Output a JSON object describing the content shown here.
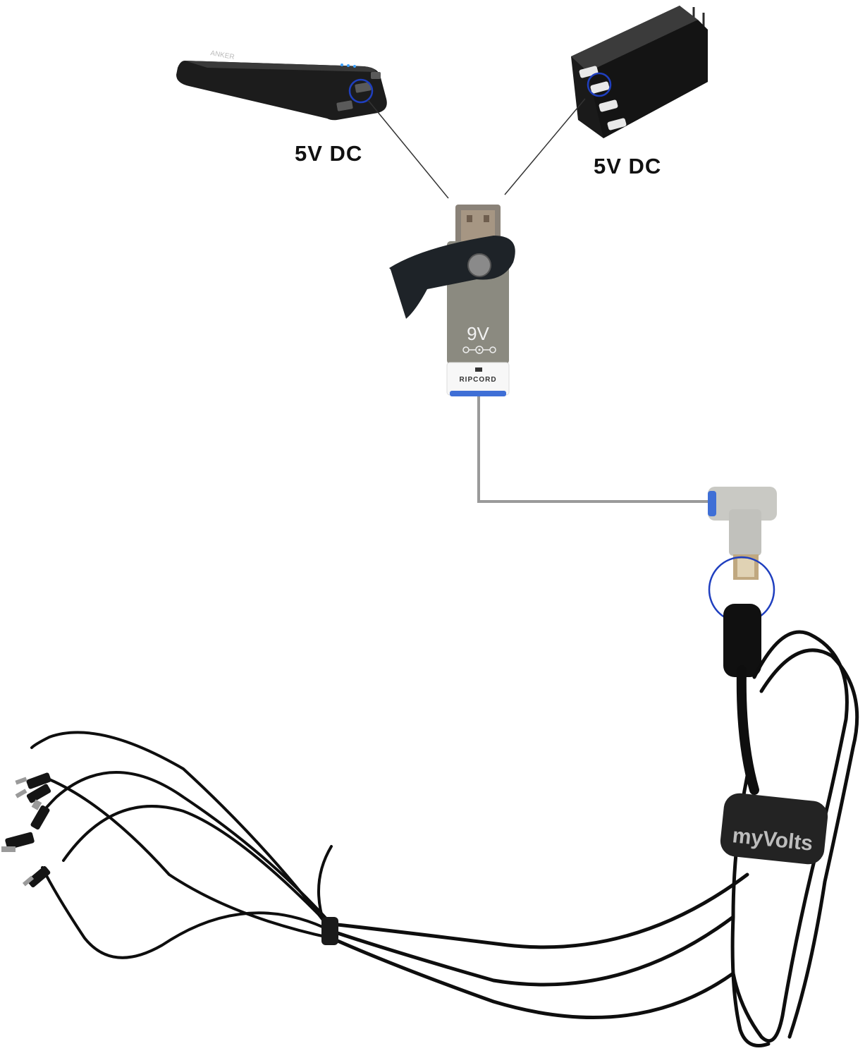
{
  "sources": [
    {
      "name": "power bank",
      "brand_text": "ANKER",
      "voltage_label": "5V DC"
    },
    {
      "name": "wall charger",
      "voltage_label": "5V DC"
    }
  ],
  "converter": {
    "name": "usb converter",
    "voltage_text": "9V",
    "brand_text": "RIPCORD"
  },
  "cable": {
    "name": "daisy chain cable",
    "strap_brand_text": "myVolts",
    "outputs": 5
  },
  "colors": {
    "highlight_ring": "#1f3fbf",
    "connector_line": "#333333",
    "cable_line": "#9a9a9a",
    "converter_body": "#8b8a80",
    "cable_black": "#0e0e0e"
  }
}
